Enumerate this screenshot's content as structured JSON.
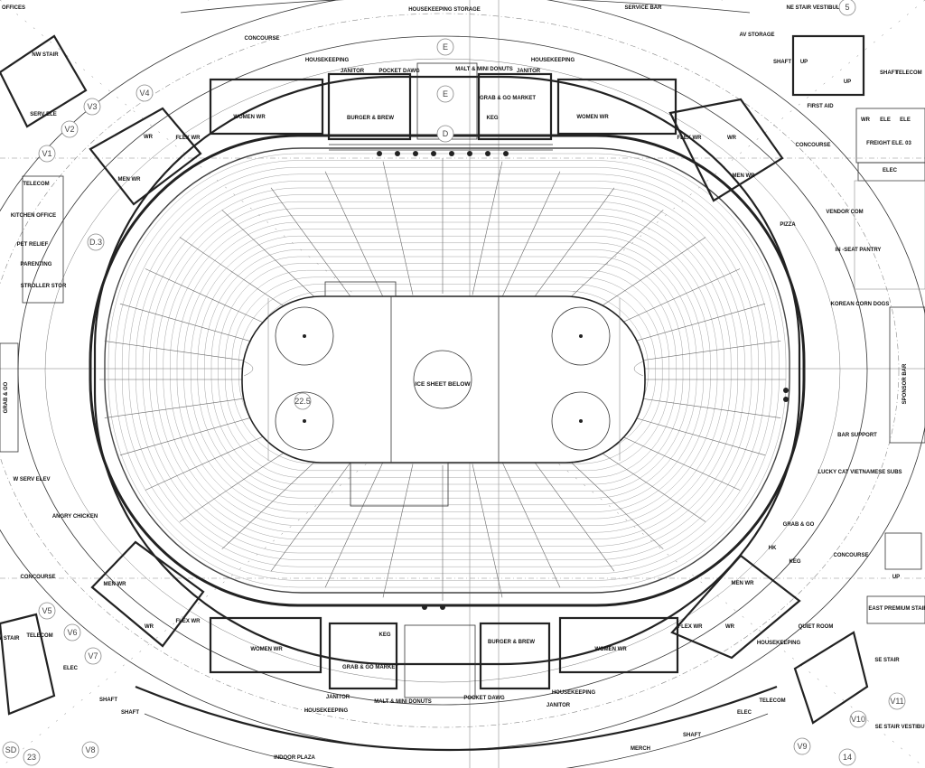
{
  "plan": {
    "center_label": "ICE SHEET BELOW",
    "rooms": [
      "HOUSEKEEPING STORAGE",
      "SERVICE BAR",
      "NE STAIR VESTIBULE",
      "CONCOURSE",
      "NW STAIR",
      "SERV ELE",
      "HOUSEKEEPING",
      "JANITOR",
      "POCKET DAWG",
      "MALT & MINI DONUTS",
      "JANITOR",
      "HOUSEKEEPING",
      "AV STORAGE",
      "SHAFT",
      "UP",
      "UP",
      "SHAFT",
      "TELECOM",
      "BURGER & BREW",
      "GRAB & GO MARKET",
      "KEG",
      "WOMEN WR",
      "WOMEN WR",
      "FIRST AID",
      "WR",
      "ELE",
      "ELE",
      "TELECOM",
      "KITCHEN OFFICE",
      "PET RELIEF",
      "PARENTING",
      "STROLLER STOR",
      "WR",
      "FLEX WR",
      "MEN WR",
      "FLEX WR",
      "WR",
      "MEN WR",
      "CONCOURSE",
      "FREIGHT ELE. 03",
      "ELEC",
      "VENDOR COM",
      "PIZZA",
      "IN -SEAT PANTRY",
      "KOREAN CORN DOGS",
      "GRAB & GO",
      "SPONSOR BAR",
      "BAR SUPPORT",
      "LUCKY CAT VIETNAMESE SUBS",
      "W SERV ELEV",
      "ANGRY CHICKEN",
      "GRAB & GO",
      "HK",
      "KEG",
      "CONCOURSE",
      "UP",
      "CONCOURSE",
      "MEN WR",
      "WR",
      "FLEX WR",
      "MEN WR",
      "FLEX WR",
      "WR",
      "EAST PREMIUM STAIR",
      "SW STAIR",
      "TELECOM",
      "ELEC",
      "WOMEN WR",
      "WOMEN WR",
      "QUIET ROOM",
      "HOUSEKEEPING",
      "SE STAIR",
      "KEG",
      "GRAB & GO MARKET",
      "BURGER & BREW",
      "JANITOR",
      "HOUSEKEEPING",
      "MALT & MINI DONUTS",
      "POCKET DAWG",
      "JANITOR",
      "HOUSEKEEPING",
      "TELECOM",
      "ELEC",
      "SHAFT",
      "SHAFT",
      "SE STAIR VESTIBULE",
      "INDOOR PLAZA",
      "MERCH",
      "SHAFT",
      "OFFICES"
    ],
    "grid_labels": [
      "V1",
      "V2",
      "V3",
      "V4",
      "V5",
      "V6",
      "V7",
      "V8",
      "V9",
      "V10",
      "V11",
      "D.3",
      "E",
      "E",
      "D",
      "22.5",
      "5",
      "14",
      "23",
      "SD"
    ]
  }
}
